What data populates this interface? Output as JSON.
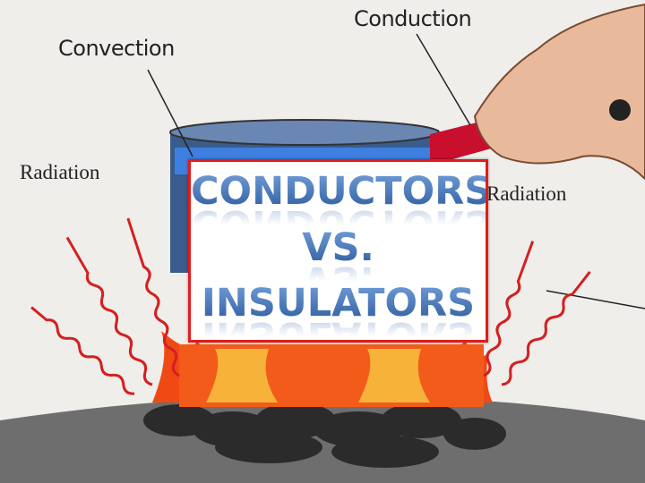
{
  "title": {
    "line1": "CONDUCTORS",
    "line2": "VS.",
    "line3": "INSULATORS"
  },
  "labels": {
    "convection": "Convection",
    "conduction": "Conduction",
    "radiation_left": "Radiation",
    "radiation_right": "Radiation"
  },
  "colors": {
    "title_text": "#3d6eb3",
    "box_border": "#e31b1b",
    "arrow": "#d42020",
    "flame": "#f04a14"
  }
}
